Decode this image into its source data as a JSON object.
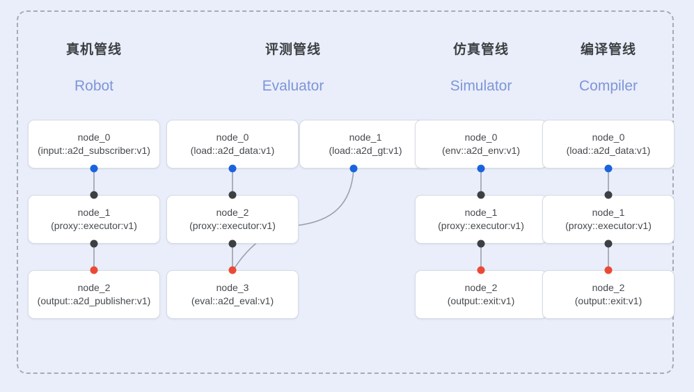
{
  "frame": {
    "name": "pipeline-group-frame",
    "border_color": "#a7aab4",
    "background": "#e9eefa"
  },
  "palette": {
    "background": "#e9eefa",
    "node_fill": "#ffffff",
    "node_border": "#d6dbe6",
    "title_color": "#3d4043",
    "subtitle_color": "#7e95d8",
    "port_blue": "#1a63dd",
    "port_dark": "#3c4043",
    "port_red": "#ea4a35",
    "edge_color": "#9aa0ab"
  },
  "columns": [
    {
      "id": "robot",
      "title": "真机管线",
      "subtitle": "Robot",
      "nodes": [
        {
          "name": "node_0",
          "type": "(input::a2d_subscriber:v1)"
        },
        {
          "name": "node_1",
          "type": "(proxy::executor:v1)"
        },
        {
          "name": "node_2",
          "type": "(output::a2d_publisher:v1)"
        }
      ]
    },
    {
      "id": "evaluator",
      "title": "评测管线",
      "subtitle": "Evaluator",
      "nodes": [
        {
          "name": "node_0",
          "type": "(load::a2d_data:v1)"
        },
        {
          "name": "node_1",
          "type": "(load::a2d_gt:v1)"
        },
        {
          "name": "node_2",
          "type": "(proxy::executor:v1)"
        },
        {
          "name": "node_3",
          "type": "(eval::a2d_eval:v1)"
        }
      ]
    },
    {
      "id": "simulator",
      "title": "仿真管线",
      "subtitle": "Simulator",
      "nodes": [
        {
          "name": "node_0",
          "type": "(env::a2d_env:v1)"
        },
        {
          "name": "node_1",
          "type": "(proxy::executor:v1)"
        },
        {
          "name": "node_2",
          "type": "(output::exit:v1)"
        }
      ]
    },
    {
      "id": "compiler",
      "title": "编译管线",
      "subtitle": "Compiler",
      "nodes": [
        {
          "name": "node_0",
          "type": "(load::a2d_data:v1)"
        },
        {
          "name": "node_1",
          "type": "(proxy::executor:v1)"
        },
        {
          "name": "node_2",
          "type": "(output::exit:v1)"
        }
      ]
    }
  ]
}
